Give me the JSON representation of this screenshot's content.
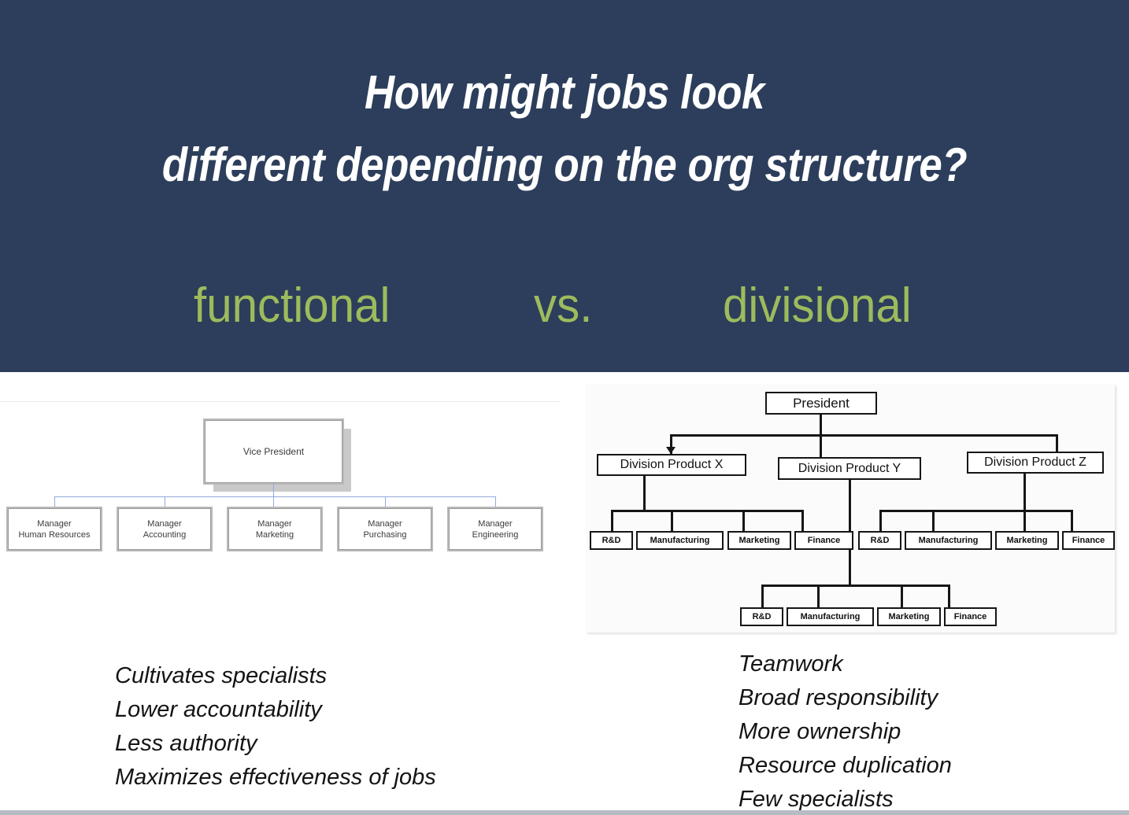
{
  "slide": {
    "colors": {
      "header_background": "#2C3E5B",
      "accent_green": "#9DBB5D",
      "title_text": "#FFFFFF",
      "connector_blue": "#8FAADC",
      "body_text": "#141414"
    },
    "title": {
      "line1": "How might jobs look",
      "line2": "different depending on the org structure?"
    },
    "comparison": {
      "left_label": "functional",
      "vs_label": "vs.",
      "right_label": "divisional"
    }
  },
  "functional_chart": {
    "top": {
      "label": "Vice President"
    },
    "managers": [
      {
        "line1": "Manager",
        "line2": "Human Resources"
      },
      {
        "line1": "Manager",
        "line2": "Accounting"
      },
      {
        "line1": "Manager",
        "line2": "Marketing"
      },
      {
        "line1": "Manager",
        "line2": "Purchasing"
      },
      {
        "line1": "Manager",
        "line2": "Engineering"
      }
    ]
  },
  "divisional_chart": {
    "top": {
      "label": "President"
    },
    "divisions": [
      {
        "label": "Division Product X"
      },
      {
        "label": "Division Product Y"
      },
      {
        "label": "Division Product Z"
      }
    ],
    "functions_x": [
      "R&D",
      "Manufacturing",
      "Marketing",
      "Finance"
    ],
    "functions_z": [
      "R&D",
      "Manufacturing",
      "Marketing",
      "Finance"
    ],
    "functions_y": [
      "R&D",
      "Manufacturing",
      "Marketing",
      "Finance"
    ]
  },
  "notes": {
    "functional": [
      "Cultivates specialists",
      "Lower accountability",
      "Less authority",
      "Maximizes effectiveness of jobs"
    ],
    "divisional": [
      "Teamwork",
      "Broad responsibility",
      "More ownership",
      "Resource duplication",
      "Few specialists"
    ]
  }
}
